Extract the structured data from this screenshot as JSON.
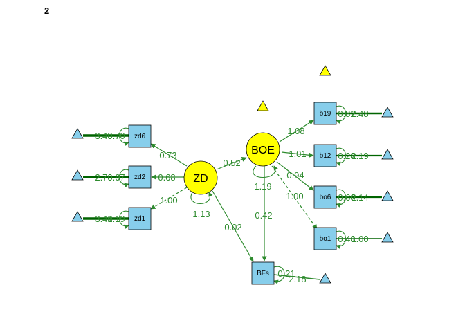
{
  "panel_number": "2",
  "colors": {
    "edge": "#2e8b2e",
    "edge_dark": "#006400",
    "manifest_fill": "#87ceeb",
    "latent_fill": "#ffff00",
    "intercept_fill_manifest": "#87ceeb",
    "intercept_fill_latent": "#ffff00",
    "stroke": "#000000"
  },
  "nodes": {
    "zd6": "zd6",
    "zd2": "zd2",
    "zd1": "zd1",
    "zd": "ZD",
    "boe": "BOE",
    "bfs": "BFs",
    "b19": "b19",
    "b12": "b12",
    "bo6": "bo6",
    "bo1": "bo1"
  },
  "edges": {
    "zd_zd6": "0.73",
    "zd_zd2": "0.68",
    "zd_zd1": "1.00",
    "zd_var": "1.13",
    "zd_boe": "0.52",
    "zd_bfs": "0.02",
    "boe_var": "1.19",
    "boe_bfs": "0.42",
    "boe_b19": "1.08",
    "boe_b12": "1.01",
    "boe_bo6": "0.94",
    "boe_bo1": "1.00",
    "bfs_var": "0.21",
    "bfs_int": "2.18",
    "zd6_var": "0.70",
    "zd6_int": "3.49",
    "zd2_var": "0.67",
    "zd2_int": "2.70",
    "zd1_var": "0.19",
    "zd1_int": "3.41",
    "b19_var": "0.82",
    "b19_int": "2.48",
    "b12_var": "0.28",
    "b12_int": "2.19",
    "bo6_var": "0.60",
    "bo6_int": "2.14",
    "bo1_var": "0.48",
    "bo1_int": "1.00"
  }
}
